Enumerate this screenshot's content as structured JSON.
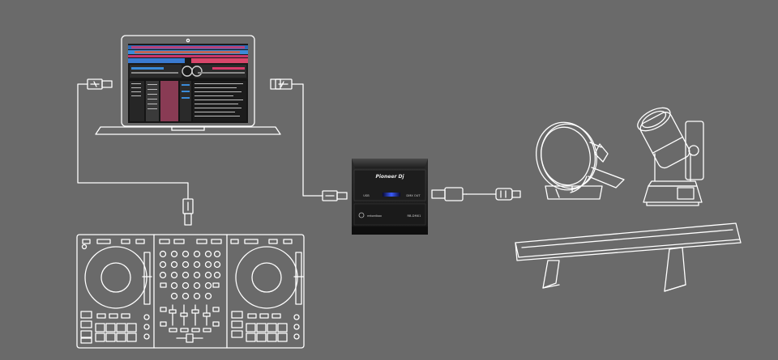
{
  "diagram": {
    "background": "#6a6a6a",
    "line_color": "#ffffff",
    "interface_box": {
      "brand_logo": "Pioneer Dj",
      "left_label": "USB",
      "right_label": "DMX OUT",
      "bottom_left_logo": "rekordbox",
      "model_label": "RB-DMX1"
    },
    "icons": {
      "laptop": "laptop-icon",
      "controller": "dj-controller-icon",
      "usb_plug": "usb-icon",
      "xlr_plug": "dmx-connector-icon",
      "par_light": "par-light-icon",
      "moving_head": "moving-head-light-icon",
      "light_bar": "led-bar-light-icon"
    },
    "screen_colors": [
      "#d83a6a",
      "#3a8ad8",
      "#e0e0e0",
      "#2a2a2a"
    ]
  }
}
